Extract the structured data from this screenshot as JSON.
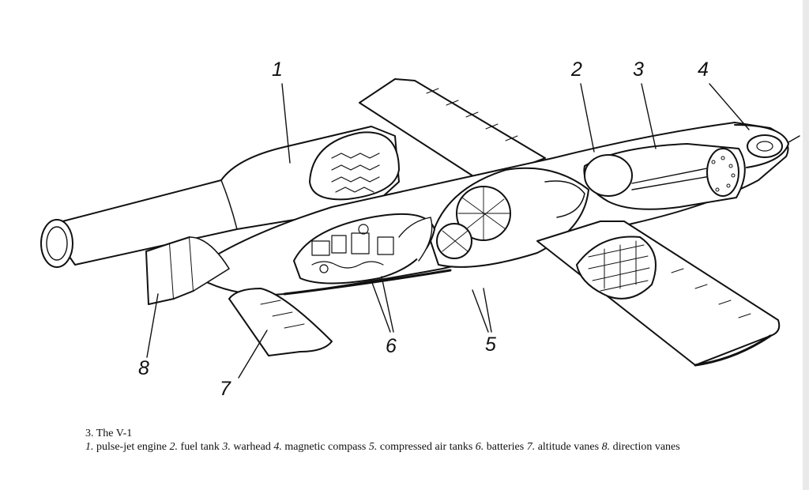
{
  "figure": {
    "callouts": [
      "1",
      "2",
      "3",
      "4",
      "5",
      "6",
      "7",
      "8"
    ],
    "caption_title": "3. The V-1",
    "legend": [
      {
        "num": "1.",
        "text": "pulse-jet engine"
      },
      {
        "num": "2.",
        "text": "fuel tank"
      },
      {
        "num": "3.",
        "text": "warhead"
      },
      {
        "num": "4.",
        "text": "magnetic compass"
      },
      {
        "num": "5.",
        "text": "compressed air tanks"
      },
      {
        "num": "6.",
        "text": "batteries"
      },
      {
        "num": "7.",
        "text": "altitude vanes"
      },
      {
        "num": "8.",
        "text": "direction vanes"
      }
    ]
  }
}
